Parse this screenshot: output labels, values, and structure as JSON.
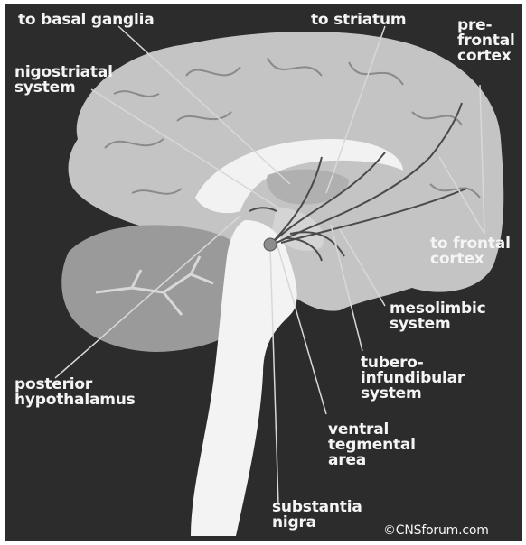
{
  "labels": {
    "to_basal_ganglia": "to basal ganglia",
    "to_striatum": "to striatum",
    "prefrontal_cortex": "pre-\nfrontal\ncortex",
    "nigostriatal_system": "nigostriatal\nsystem",
    "to_frontal_cortex": "to frontal\ncortex",
    "mesolimbic_system": "mesolimbic\nsystem",
    "tuberoinfundibular_system": "tubero-\ninfundibular\nsystem",
    "posterior_hypothalamus": "posterior\nhypothalamus",
    "ventral_tegmental_area": "ventral\ntegmental\narea",
    "substantia_nigra": "substantia\nnigra"
  },
  "copyright": "©CNSforum.com"
}
